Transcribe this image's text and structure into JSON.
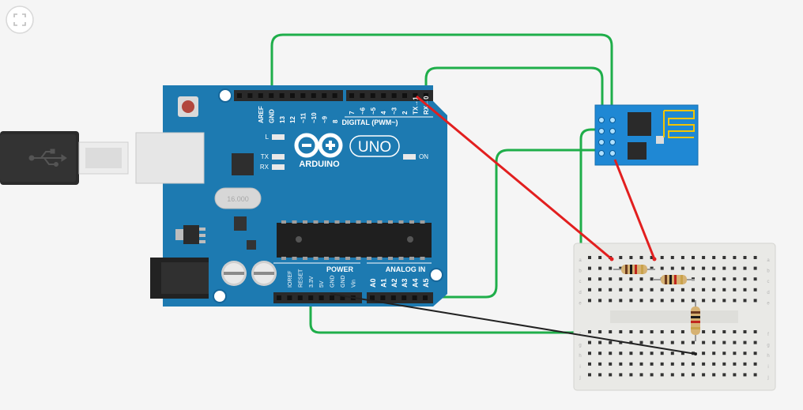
{
  "toolbar": {
    "fullscreen_icon": "fullscreen-icon"
  },
  "arduino": {
    "logo_text": "ARDUINO",
    "model": "UNO",
    "digital_label": "DIGITAL (PWM~)",
    "power_label": "POWER",
    "analog_label": "ANALOG IN",
    "led_l": "L",
    "led_tx": "TX",
    "led_rx": "RX",
    "led_on": "ON",
    "pins_top_left": [
      "AREF",
      "GND",
      "13",
      "12",
      "~11",
      "~10",
      "~9",
      "8"
    ],
    "pins_top_right": [
      "7",
      "~6",
      "~5",
      "4",
      "~3",
      "2",
      "TX→1",
      "RX←0"
    ],
    "pins_power": [
      "IOREF",
      "RESET",
      "3.3V",
      "5V",
      "GND",
      "GND",
      "Vin"
    ],
    "pins_analog": [
      "A0",
      "A1",
      "A2",
      "A3",
      "A4",
      "A5"
    ],
    "crystal_label": "16.000"
  },
  "breadboard": {
    "col_labels": [
      "a",
      "b",
      "c",
      "d",
      "e",
      "f",
      "g",
      "h",
      "i",
      "j"
    ]
  },
  "colors": {
    "board": "#1d7ab1",
    "board_dark": "#14628f",
    "wire_green": "#1fae4a",
    "wire_red": "#e21f1f",
    "wire_black": "#222222",
    "esp_module": "#1f88d4",
    "breadboard": "#e9e9e6"
  }
}
